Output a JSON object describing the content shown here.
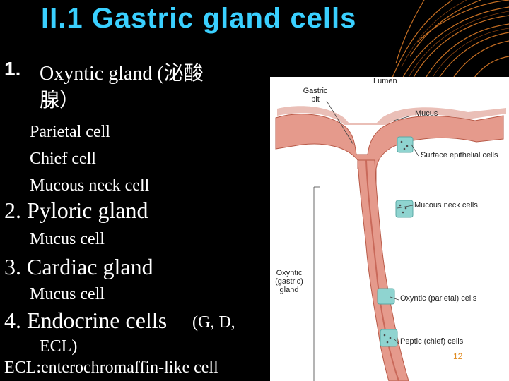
{
  "slide": {
    "title": "II.1 Gastric gland cells",
    "item1": {
      "number": "1.",
      "text": "Oxyntic gland (泌酸",
      "text_cont": "腺）"
    },
    "item1_subs": [
      "Parietal cell",
      "Chief cell",
      "Mucous neck cell"
    ],
    "item2": "2. Pyloric gland",
    "item2_sub": "Mucus cell",
    "item3": "3. Cardiac gland",
    "item3_sub": "Mucus cell",
    "item4": "4. Endocrine cells",
    "item4_paren": "(G, D,",
    "item4_paren_cont": "ECL)",
    "ecl_definition": "ECL:enterochromaffin-like cell"
  },
  "figure": {
    "labels": {
      "gastric_pit": [
        "Gastric",
        "pit"
      ],
      "lumen": "Lumen",
      "mucus": "Mucus",
      "surface_epithelial": "Surface epithelial cells",
      "mucous_neck": "Mucous neck cells",
      "oxyntic": [
        "Oxyntic",
        "(gastric)",
        "gland"
      ],
      "parietal": "Oxyntic (parietal) cells",
      "peptic": "Peptic (chief) cells"
    },
    "page_number": "12"
  },
  "colors": {
    "title": "#3ad0ff",
    "text": "#ffffff",
    "background": "#000000",
    "tissue": "#e59a8c",
    "tissue_dark": "#c9695a",
    "cells_highlight": "#8fd4d0",
    "swirl": "#e8822a"
  }
}
